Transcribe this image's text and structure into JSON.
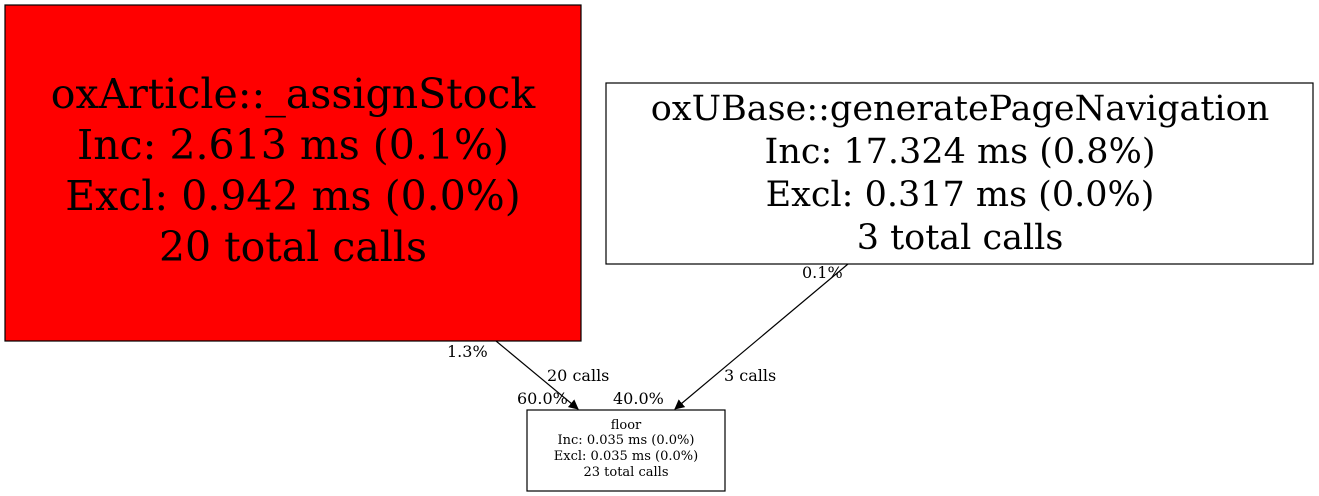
{
  "colors": {
    "hot_node_fill": "#ff0000",
    "node_fill": "#ffffff",
    "stroke": "#000000"
  },
  "nodes": {
    "assign_stock": {
      "name": "oxArticle::_assignStock",
      "inc": "Inc: 2.613 ms (0.1%)",
      "excl": "Excl: 0.942 ms (0.0%)",
      "calls": "20 total calls"
    },
    "generate_page_navigation": {
      "name": "oxUBase::generatePageNavigation",
      "inc": "Inc: 17.324 ms (0.8%)",
      "excl": "Excl: 0.317 ms (0.0%)",
      "calls": "3 total calls"
    },
    "floor": {
      "name": "floor",
      "inc": "Inc: 0.035 ms (0.0%)",
      "excl": "Excl: 0.035 ms (0.0%)",
      "calls": "23 total calls"
    }
  },
  "edges": {
    "assign_stock_to_floor": {
      "tail_label": "1.3%",
      "label": "20 calls",
      "head_label": "60.0%"
    },
    "generate_page_navigation_to_floor": {
      "tail_label": "0.1%",
      "label": "3 calls",
      "head_label": "40.0%"
    }
  }
}
